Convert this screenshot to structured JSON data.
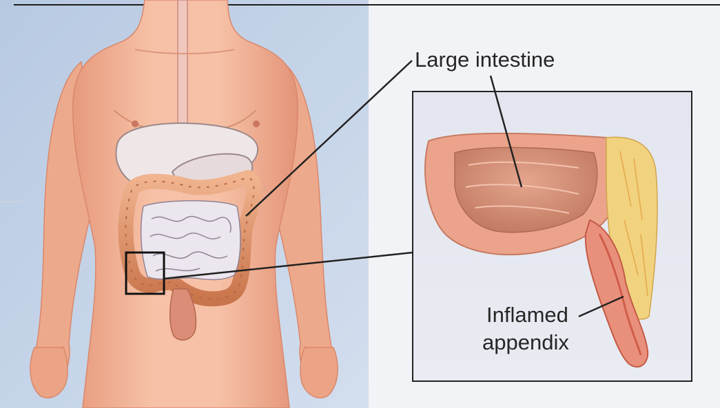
{
  "labels": {
    "large_intestine": "Large intestine",
    "inflamed_line1": "Inflamed",
    "inflamed_line2": "appendix"
  },
  "colors": {
    "left_background": "#c3d2e6",
    "right_background": "#f2f3f6",
    "inset_background": "#e4e7ef",
    "skin": "#f1b396",
    "skin_shadow": "#d98f72",
    "colon": "#d88a5a",
    "small_intestine": "#e7e1ea",
    "liver_stomach": "#eee4e6",
    "inflamed_appendix": "#e06a57",
    "fat_tissue": "#f2d07a",
    "pointer_line": "#222222"
  },
  "icons": [
    "zoom-box-icon"
  ]
}
